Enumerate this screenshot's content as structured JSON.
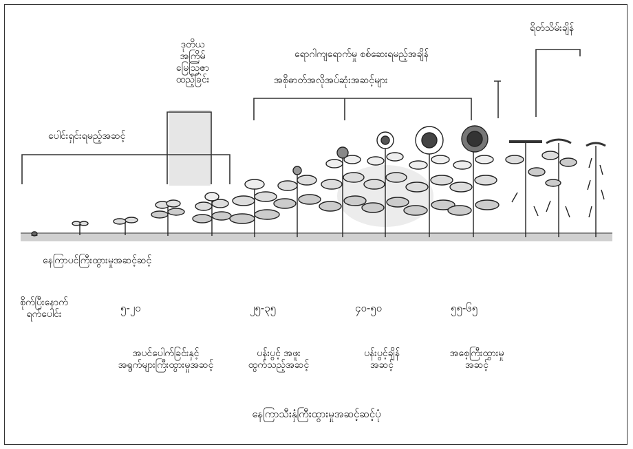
{
  "stage_labels": {
    "weed_control": "ပေါင်းရှင်းရမည့်အဆင့်",
    "second_fertilizer": [
      "ဒုတိယ",
      "အကြိမ်",
      "မြေဩဇာ",
      "ထည့်ခြင်း"
    ],
    "pest_check": "ရောဂါကျရောက်မှု စစ်ဆေးရမည့်အချိန်",
    "critical_water": "အစိုဓာတ်အလိုအပ်ဆုံးအဆင့်များ",
    "harvest": "ရိတ်သိမ်းချိန်",
    "growth_stages": "နေကြာပင်ကြီးထွားမှုအဆင့်ဆင့်"
  },
  "days_row": {
    "label": [
      "စိုက်ပြီးနောက်",
      "ရက်ပေါင်း"
    ],
    "values": [
      "၅-၂၀",
      "၂၅-၃၅",
      "၄၀-၅၀",
      "၅၅-၆၅"
    ]
  },
  "phases": [
    [
      "အပင်ပေါက်ခြင်းနှင့်",
      "အရွက်များကြီးထွားမှုအဆင့်"
    ],
    [
      "ပန်းပွင့် အဖူး",
      "ထွက်သည့်အဆင့်"
    ],
    [
      "ပန်းပွင့်ချိန်",
      "အဆင့်"
    ],
    [
      "အစေ့ကြီးထွားမှု",
      "အဆင့်"
    ]
  ],
  "caption": "နေကြာသီးနှံကြီးထွားမှုအဆင့်ဆင့်ပုံ",
  "colors": {
    "line": "#333333",
    "shade": "#e6e6e6",
    "ground": "#a8a8a8"
  }
}
